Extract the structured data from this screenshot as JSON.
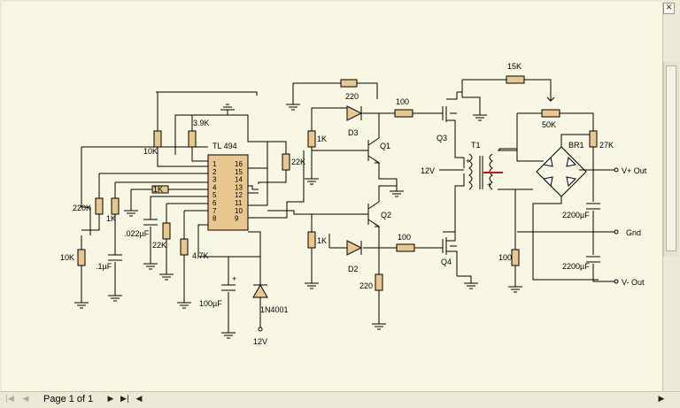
{
  "viewer": {
    "page_label": "Page 1 of 1",
    "nav_first": "|◀",
    "nav_prev": "◀",
    "nav_next": "▶",
    "nav_last": "▶|",
    "scroll_left": "◀",
    "scroll_right": "▶",
    "close": "✕"
  },
  "schematic": {
    "ic_name": "TL 494",
    "ic_pins_left": [
      "1",
      "2",
      "3",
      "4",
      "5",
      "6",
      "7",
      "8"
    ],
    "ic_pins_right": [
      "16",
      "15",
      "14",
      "13",
      "12",
      "11",
      "10",
      "9"
    ],
    "labels": {
      "r_15k": "15K",
      "r_220_top": "220",
      "r_100_top": "100",
      "d3": "D3",
      "q1": "Q1",
      "q3": "Q3",
      "t1": "T1",
      "r_50k": "50K",
      "br1": "BR1",
      "r_27k": "27K",
      "v_plus": "V+ Out",
      "r_3k9": "3.9K",
      "r_10k_top": "10K",
      "r_22k_right": "22K",
      "r_1k_q1": "1K",
      "v12_in": "12V",
      "plus_a": "+",
      "plus_b": "+",
      "r_1k_small": "1K",
      "r_220k": "220K",
      "r_1k_left": "1K",
      "c_022": ".022µF",
      "r_22k_left": "22K",
      "r_4k7": "4.7K",
      "c_2200_top": "2200µF",
      "gnd": "Gnd",
      "q2": "Q2",
      "r_1k_q2": "1K",
      "r_100_mid": "100",
      "r_10k_left": "10K",
      "c_1u": ".1µF",
      "d2": "D2",
      "q4": "Q4",
      "r_100_right": "100",
      "c_2200_bot": "2200µF",
      "v_minus": "V- Out",
      "r_220_bot": "220",
      "c_100u": "100µF",
      "d_1n4001": "1N4001",
      "v12_bot": "12V",
      "plus_c": "+"
    }
  }
}
